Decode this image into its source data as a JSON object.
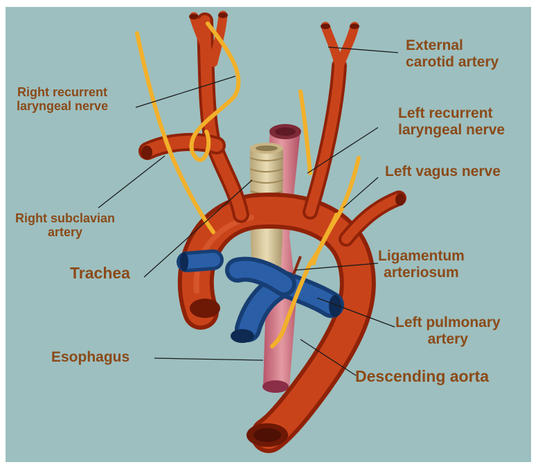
{
  "labels": {
    "external_carotid": [
      "External",
      "carotid artery"
    ],
    "right_recurrent": [
      "Right recurrent",
      "laryngeal nerve"
    ],
    "left_recurrent": [
      "Left recurrent",
      "laryngeal nerve"
    ],
    "left_vagus": "Left vagus nerve",
    "right_subclavian": [
      "Right subclavian",
      "artery"
    ],
    "trachea": "Trachea",
    "ligamentum": [
      "Ligamentum",
      "arteriosum"
    ],
    "left_pulmonary": [
      "Left pulmonary",
      "artery"
    ],
    "esophagus": "Esophagus",
    "descending_aorta": "Descending aorta"
  },
  "colors": {
    "background": "#9dbfbf",
    "label": "#8b4a18",
    "artery": "#c23a14",
    "pulmonary": "#1f4f8f",
    "nerve": "#f2b02a",
    "esophagus": "#d97a86",
    "trachea": "#d8c79a"
  }
}
